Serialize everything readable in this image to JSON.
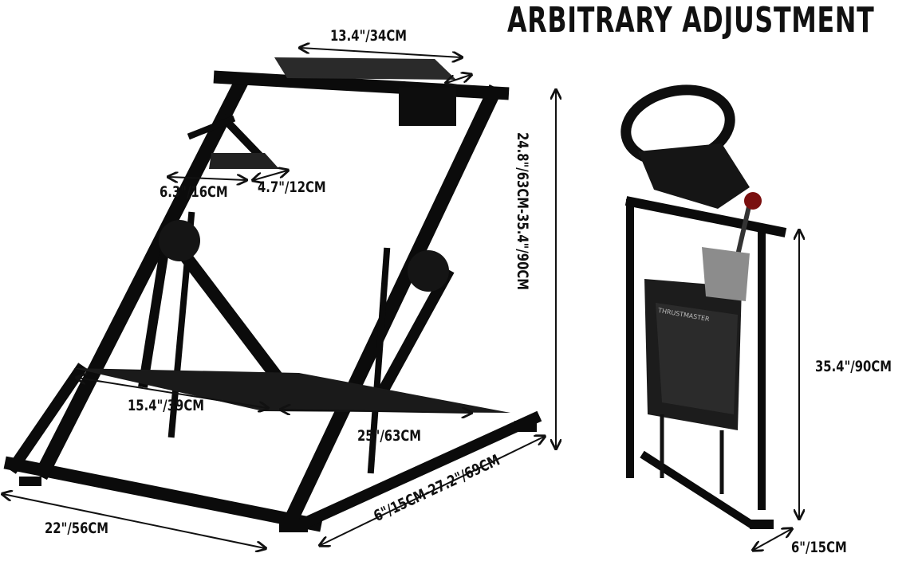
{
  "title": "ARBITRARY ADJUSTMENT",
  "dimensions": {
    "top_plate_width": "13.4\"/34CM",
    "height_range": "24.8\"/63CM-35.4\"/90CM",
    "pedal_plate_width": "6.3\"/16CM",
    "pedal_plate_depth": "4.7\"/12CM",
    "base_plate_width": "15.4\"/39CM",
    "base_plate_depth": "25\"/63CM",
    "front_width": "22\"/56CM",
    "depth_range": "6\"/15CM-27.2\"/69CM",
    "folded_height": "35.4\"/90CM",
    "folded_depth": "6\"/15CM"
  },
  "product_brand_mark": "THRUSTMASTER"
}
